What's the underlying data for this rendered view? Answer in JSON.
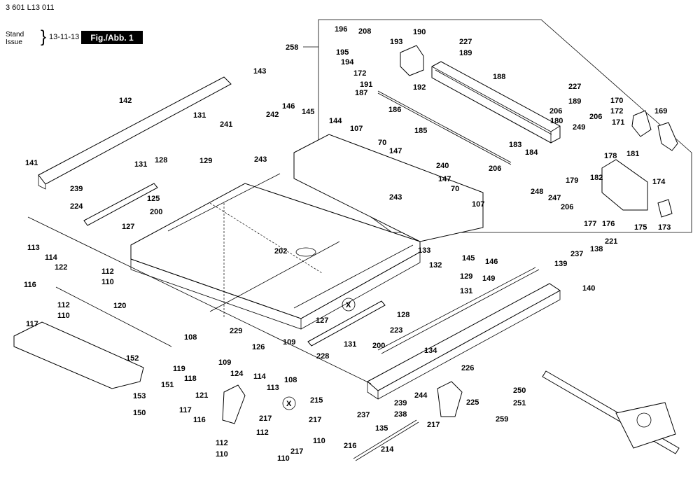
{
  "header": {
    "code": "3 601 L13 011",
    "stand_label_1": "Stand",
    "stand_label_2": "Issue",
    "brace": "}",
    "date": "13-11-13",
    "figure_badge": "Fig./Abb. 1"
  },
  "callouts": {
    "c258": "258",
    "c196": "196",
    "c208": "208",
    "c190": "190",
    "c227a": "227",
    "c189a": "189",
    "c195": "195",
    "c193": "193",
    "c194": "194",
    "c172a": "172",
    "c188": "188",
    "c191": "191",
    "c187": "187",
    "c192": "192",
    "c186": "186",
    "c227b": "227",
    "c189b": "189",
    "c170": "170",
    "c206a": "206",
    "c206b": "206",
    "c172b": "172",
    "c169": "169",
    "c180": "180",
    "c249": "249",
    "c185": "185",
    "c171": "171",
    "c183": "183",
    "c184": "184",
    "c178": "178",
    "c181": "181",
    "c182": "182",
    "c206c": "206",
    "c179": "179",
    "c248": "248",
    "c247": "247",
    "c174": "174",
    "c206d": "206",
    "c177": "177",
    "c176": "176",
    "c175": "175",
    "c173": "173",
    "c143": "143",
    "c142": "142",
    "c131a": "131",
    "c146a": "146",
    "c242": "242",
    "c145a": "145",
    "c241": "241",
    "c144": "144",
    "c107a": "107",
    "c70a": "70",
    "c147a": "147",
    "c243a": "243",
    "c129a": "129",
    "c131b": "131",
    "c128a": "128",
    "c141": "141",
    "c240": "240",
    "c239a": "239",
    "c224": "224",
    "c125": "125",
    "c147b": "147",
    "c70b": "70",
    "c243b": "243",
    "c107b": "107",
    "c200a": "200",
    "c127a": "127",
    "c145b": "145",
    "c146b": "146",
    "c202": "202",
    "c133": "133",
    "c132": "132",
    "c221": "221",
    "c138": "138",
    "c237a": "237",
    "c139": "139",
    "c140": "140",
    "c113a": "113",
    "c114a": "114",
    "c122": "122",
    "c112a": "112",
    "c110a": "110",
    "c116": "116",
    "c112b": "112",
    "c110b": "110",
    "c117a": "117",
    "c120": "120",
    "c129b": "129",
    "c131c": "131",
    "c149": "149",
    "c128b": "128",
    "c127b": "127",
    "c223": "223",
    "cXa": "X",
    "c108a": "108",
    "c229": "229",
    "c126": "126",
    "c109a": "109",
    "c109b": "109",
    "c131d": "131",
    "c200b": "200",
    "c228": "228",
    "c134": "134",
    "c152": "152",
    "c119": "119",
    "c118": "118",
    "c151": "151",
    "c124": "124",
    "c121": "121",
    "c153": "153",
    "c150": "150",
    "c114b": "114",
    "c113b": "113",
    "c108b": "108",
    "c226": "226",
    "c117b": "117",
    "c116b": "116",
    "c215": "215",
    "cXb": "X",
    "c244": "244",
    "c225": "225",
    "c250": "250",
    "c251": "251",
    "c259": "259",
    "c239b": "239",
    "c237b": "237",
    "c238": "238",
    "c217a": "217",
    "c217b": "217",
    "c217c": "217",
    "c112c": "112",
    "c112d": "112",
    "c110c": "110",
    "c110d": "110",
    "c110e": "110",
    "c217d": "217",
    "c135": "135",
    "c216": "216",
    "c214": "214"
  }
}
